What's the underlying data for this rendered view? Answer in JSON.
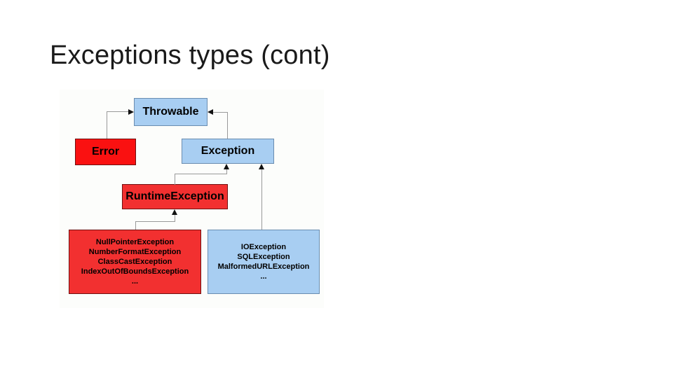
{
  "slide": {
    "title": "Exceptions types (cont)"
  },
  "diagram": {
    "type": "class-hierarchy",
    "colors": {
      "checked_fill": "#a8cef2",
      "unchecked_fill": "#f23030",
      "error_fill": "#fa1111",
      "connector_line": "#999999",
      "arrowhead": "#111111"
    },
    "nodes": {
      "throwable": {
        "label": "Throwable"
      },
      "error": {
        "label": "Error"
      },
      "exception": {
        "label": "Exception"
      },
      "runtime_exception": {
        "label": "RuntimeException"
      },
      "runtime_examples": {
        "line1": "NullPointerException",
        "line2": "NumberFormatException",
        "line3": "ClassCastException",
        "line4": "IndexOutOfBoundsException",
        "line5": "..."
      },
      "checked_examples": {
        "line1": "IOException",
        "line2": "SQLException",
        "line3": "MalformedURLException",
        "line4": "..."
      }
    },
    "edges": [
      {
        "from": "Error",
        "to": "Throwable"
      },
      {
        "from": "Exception",
        "to": "Throwable"
      },
      {
        "from": "RuntimeException",
        "to": "Exception"
      },
      {
        "from": "runtime_examples",
        "to": "RuntimeException"
      },
      {
        "from": "checked_examples",
        "to": "Exception"
      }
    ]
  }
}
